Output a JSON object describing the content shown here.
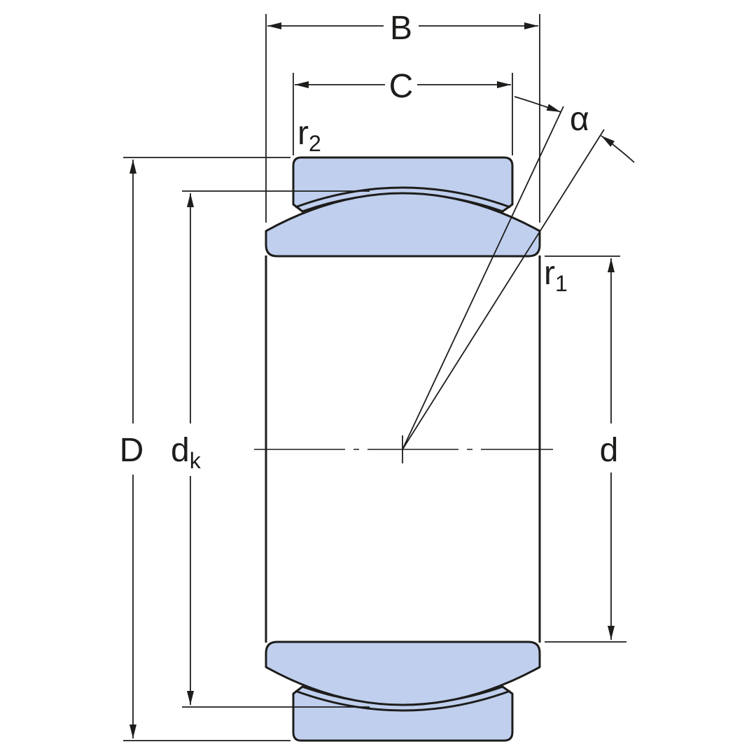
{
  "colors": {
    "part_fill": "#c0cfee",
    "line": "#1d1d1b"
  },
  "labels": {
    "B": "B",
    "C": "C",
    "alpha": "α",
    "r2_base": "r",
    "r2_sub": "2",
    "r1_base": "r",
    "r1_sub": "1",
    "D": "D",
    "dk_base": "d",
    "dk_sub": "k",
    "d": "d"
  }
}
